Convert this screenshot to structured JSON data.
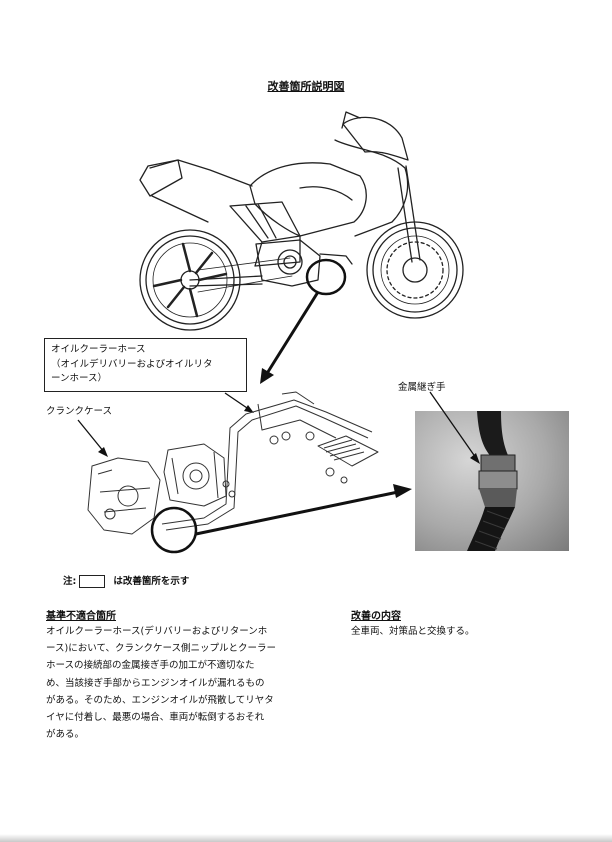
{
  "title": "改善箇所説明図",
  "callout": {
    "line1": "オイルクーラーホース",
    "line2": "（オイルデリバリーおよびオイルリタ",
    "line3": "ーンホース）"
  },
  "labels": {
    "crankcase": "クランクケース",
    "metal_fitting": "金属継ぎ手"
  },
  "legend": {
    "prefix": "注:",
    "suffix": "は改善箇所を示す"
  },
  "nonconformity": {
    "heading": "基準不適合箇所",
    "lines": [
      "オイルクーラーホース(デリバリーおよびリターンホ",
      "ース)において、クランクケース側ニップルとクーラー",
      "ホースの接続部の金属接ぎ手の加工が不適切なた",
      "め、当該接ぎ手部からエンジンオイルが漏れるもの",
      "がある。そのため、エンジンオイルが飛散してリヤタ",
      "イヤに付着し、最悪の場合、車両が転倒するおそれ",
      "がある。"
    ]
  },
  "improvement": {
    "heading": "改善の内容",
    "text": "全車両、対策品と交換する。"
  }
}
